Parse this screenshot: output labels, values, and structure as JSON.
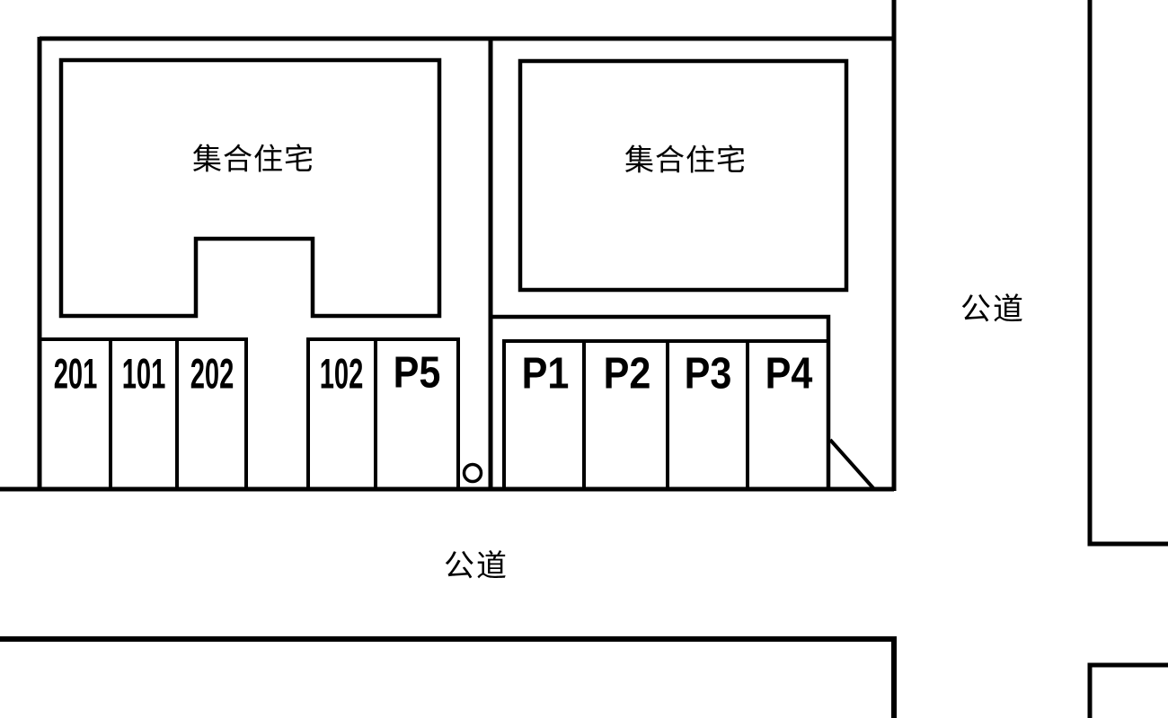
{
  "site_plan": {
    "left_plot": {
      "building_label": "集合住宅",
      "spaces": [
        {
          "label": "201"
        },
        {
          "label": "101"
        },
        {
          "label": "202"
        },
        {
          "label": "102"
        },
        {
          "label": "P5"
        }
      ]
    },
    "right_plot": {
      "building_label": "集合住宅",
      "spaces": [
        {
          "label": "P1"
        },
        {
          "label": "P2"
        },
        {
          "label": "P3"
        },
        {
          "label": "P4"
        }
      ]
    },
    "road_labels": {
      "east": "公道",
      "south": "公道"
    },
    "colors": {
      "line": "#000000",
      "background": "#ffffff"
    }
  }
}
